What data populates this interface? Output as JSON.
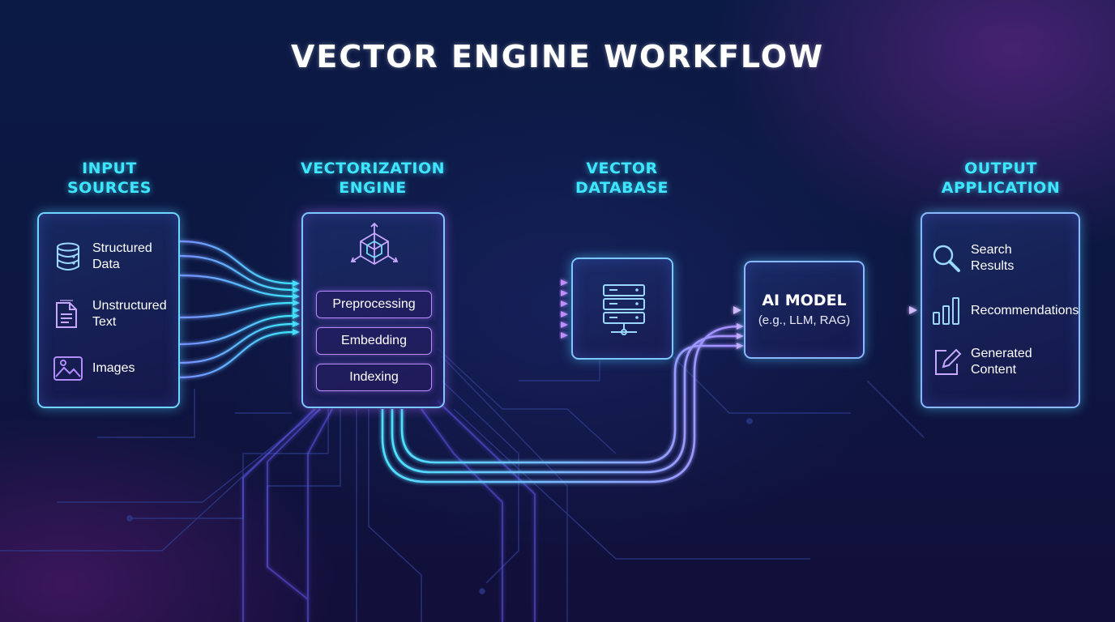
{
  "title": "VECTOR ENGINE WORKFLOW",
  "columns": {
    "input": [
      "INPUT",
      "SOURCES"
    ],
    "vectorization": [
      "VECTORIZATION",
      "ENGINE"
    ],
    "database": [
      "VECTOR",
      "DATABASE"
    ],
    "output": [
      "OUTPUT",
      "APPLICATION"
    ]
  },
  "inputs": [
    {
      "line1": "Structured",
      "line2": "Data",
      "icon": "database-icon"
    },
    {
      "line1": "Unstructured",
      "line2": "Text",
      "icon": "document-icon"
    },
    {
      "line1": "Images",
      "line2": "",
      "icon": "image-icon"
    }
  ],
  "engine": {
    "icon": "cube-icon",
    "steps": [
      "Preprocessing",
      "Embedding",
      "Indexing"
    ]
  },
  "database": {
    "icon": "server-icon"
  },
  "ai_model": {
    "title": "AI MODEL",
    "subtitle": "(e.g., LLM, RAG)"
  },
  "outputs": [
    {
      "line1": "Search",
      "line2": "Results",
      "icon": "search-icon"
    },
    {
      "line1": "Recommendations",
      "line2": "",
      "icon": "bar-chart-icon"
    },
    {
      "line1": "Generated",
      "line2": "Content",
      "icon": "edit-icon"
    }
  ],
  "colors": {
    "cyan": "#3ee6ff",
    "purple": "#b98cff",
    "background": "#0d1640"
  }
}
